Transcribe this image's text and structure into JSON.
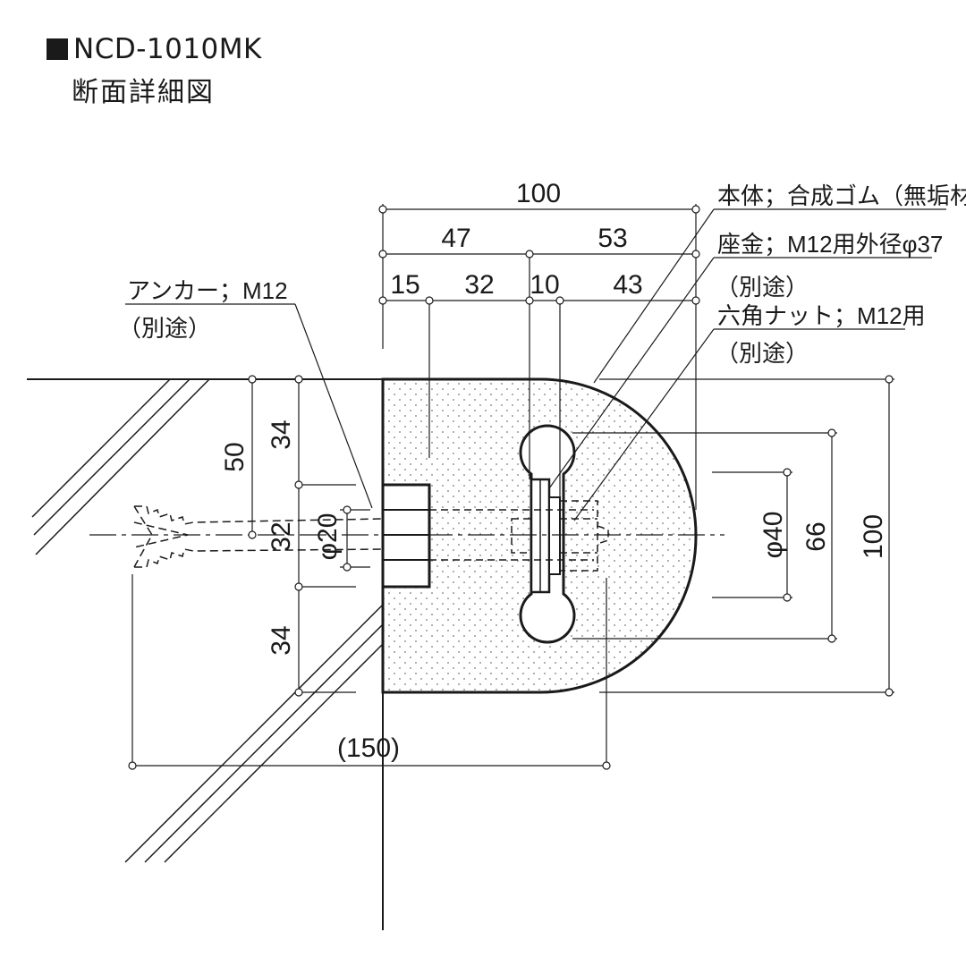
{
  "title": {
    "model": "NCD-1010MK",
    "subtitle": "断面詳細図"
  },
  "dimensions": {
    "overall_width": "100",
    "split_left": "47",
    "split_right": "53",
    "seg_a": "15",
    "seg_b": "32",
    "seg_c": "10",
    "seg_d": "43",
    "height_50": "50",
    "upper_34": "34",
    "mid_32": "32",
    "lower_34": "34",
    "phi20": "φ20",
    "phi40": "φ40",
    "h66": "66",
    "h100": "100",
    "bottom_150": "(150)"
  },
  "labels": {
    "body": "本体；合成ゴム（無垢材）",
    "washer": "座金；M12用外径φ37",
    "washer_note": "（別途）",
    "nut": "六角ナット；M12用",
    "nut_note": "（別途）",
    "anchor": "アンカー；M12",
    "anchor_note": "（別途）"
  }
}
